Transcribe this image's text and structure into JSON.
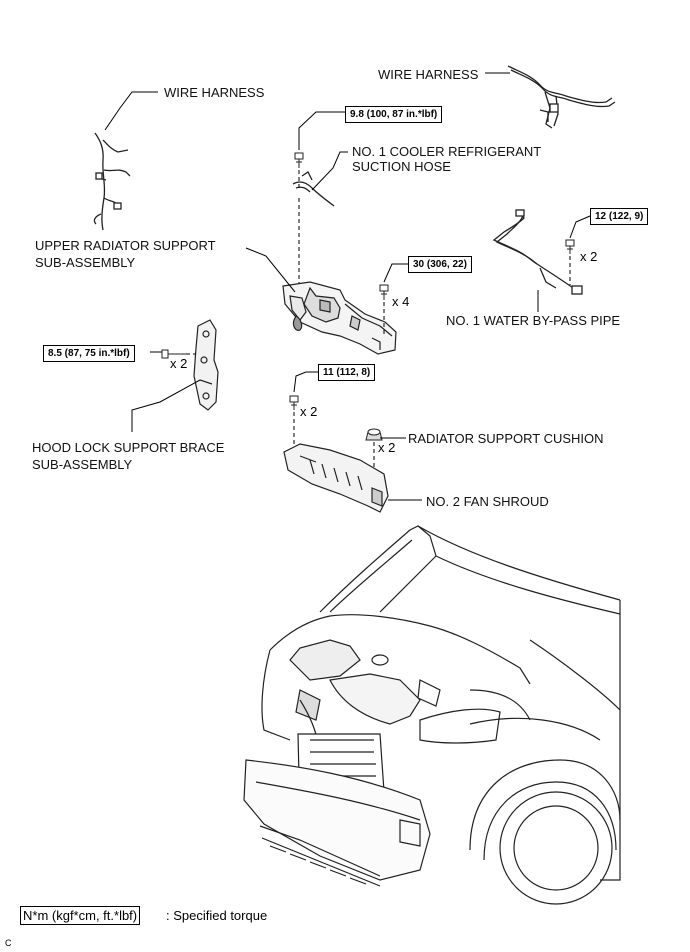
{
  "labels": {
    "wire_harness_left": "WIRE HARNESS",
    "wire_harness_right": "WIRE HARNESS",
    "cooler_hose_line1": "NO. 1 COOLER REFRIGERANT",
    "cooler_hose_line2": "SUCTION HOSE",
    "upper_support_line1": "UPPER RADIATOR SUPPORT",
    "upper_support_line2": "SUB-ASSEMBLY",
    "water_bypass_pipe": "NO. 1 WATER BY-PASS PIPE",
    "hood_lock_line1": "HOOD LOCK SUPPORT BRACE",
    "hood_lock_line2": "SUB-ASSEMBLY",
    "radiator_cushion": "RADIATOR SUPPORT CUSHION",
    "fan_shroud": "NO. 2 FAN SHROUD"
  },
  "torques": {
    "hose_bolt": "9.8 (100, 87 in.*lbf)",
    "pipe_bolt": "12 (122, 9)",
    "support_bolt": "30 (306, 22)",
    "brace_bolt": "8.5 (87, 75 in.*lbf)",
    "shroud_bolt": "11 (112, 8)"
  },
  "quantities": {
    "pipe_bolt": "x 2",
    "support_bolt": "x 4",
    "brace_bolt": "x 2",
    "shroud_bolt": "x 2",
    "cushion": "x 2"
  },
  "legend": {
    "unit": "N*m (kgf*cm, ft.*lbf)",
    "description": ": Specified torque"
  },
  "figure_code": "C"
}
